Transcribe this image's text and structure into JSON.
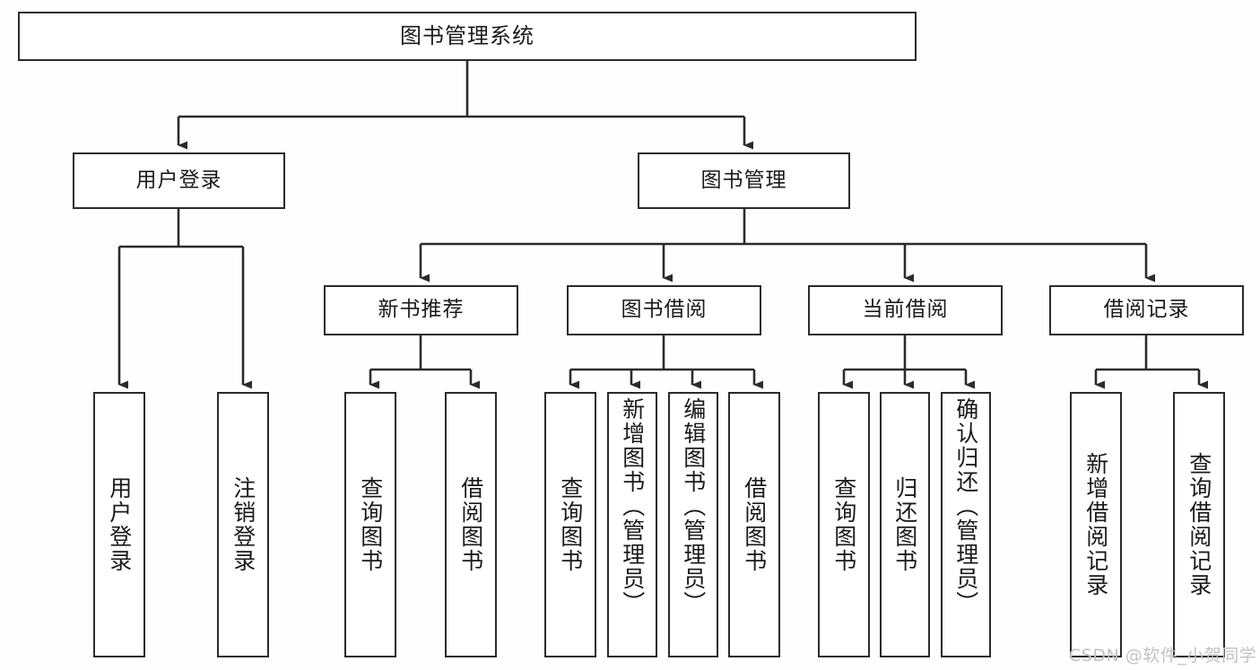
{
  "diagram": {
    "title": "图书管理系统",
    "type": "tree",
    "watermark": "CSDN @软件_小贺同学",
    "colors": {
      "stroke": "#2b2b2b",
      "fill": "#ffffff",
      "text": "#1a1a1a",
      "watermark": "#c2c2c2",
      "background": "#fefefe"
    },
    "levels": {
      "root": {
        "label": "图书管理系统"
      },
      "level2": [
        {
          "label": "用户登录"
        },
        {
          "label": "图书管理"
        }
      ],
      "level3": [
        {
          "label": "新书推荐"
        },
        {
          "label": "图书借阅"
        },
        {
          "label": "当前借阅"
        },
        {
          "label": "借阅记录"
        }
      ],
      "level4": {
        "user_login": [
          {
            "label": "用户登录"
          },
          {
            "label": "注销登录"
          }
        ],
        "new_book_recommend": [
          {
            "label": "查询图书"
          },
          {
            "label": "借阅图书"
          }
        ],
        "book_borrow": [
          {
            "label": "查询图书"
          },
          {
            "label": "新增图书（管理员）"
          },
          {
            "label": "编辑图书（管理员）"
          },
          {
            "label": "借阅图书"
          }
        ],
        "current_borrow": [
          {
            "label": "查询图书"
          },
          {
            "label": "归还图书"
          },
          {
            "label": "确认归还（管理员）"
          }
        ],
        "borrow_record": [
          {
            "label": "新增借阅记录"
          },
          {
            "label": "查询借阅记录"
          }
        ]
      }
    }
  }
}
